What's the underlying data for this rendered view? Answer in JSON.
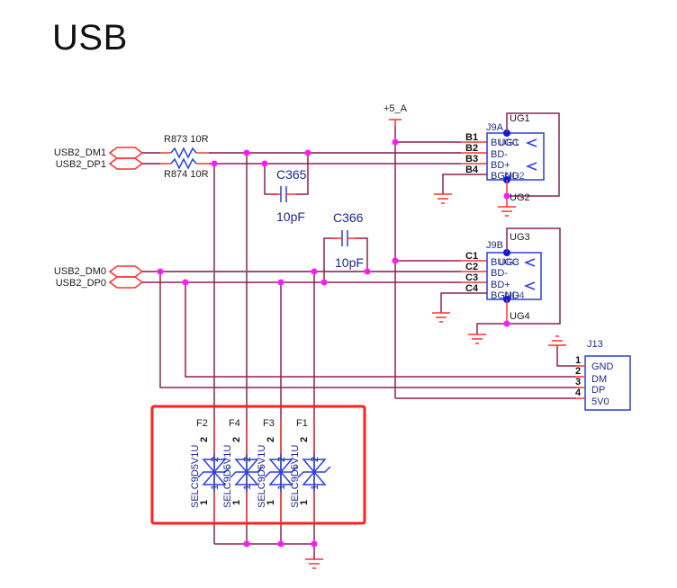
{
  "title": "USB",
  "power": {
    "label": "+5_A"
  },
  "nets": {
    "dm1": "USB2_DM1",
    "dp1": "USB2_DP1",
    "dm0": "USB2_DM0",
    "dp0": "USB2_DP0"
  },
  "resistors": [
    {
      "ref": "R873",
      "value": "10R",
      "label": "R873  10R"
    },
    {
      "ref": "R874",
      "value": "10R",
      "label": "R874  10R"
    }
  ],
  "capacitors": [
    {
      "ref": "C365",
      "value": "10pF"
    },
    {
      "ref": "C366",
      "value": "10pF"
    }
  ],
  "connectors": {
    "j9a": {
      "ref": "J9A",
      "pins": [
        "B1",
        "B2",
        "B3",
        "B4"
      ],
      "pin_names": [
        "BUGC",
        "BD-",
        "BD+",
        "BGND"
      ],
      "overlap_names": [
        "UG1",
        "UG2"
      ],
      "shield_top": "UG1",
      "shield_bottom": "UG2"
    },
    "j9b": {
      "ref": "J9B",
      "pins": [
        "C1",
        "C2",
        "C3",
        "C4"
      ],
      "pin_names": [
        "BUGC",
        "BD-",
        "BD+",
        "BGND"
      ],
      "overlap_names": [
        "UG3",
        "UG4"
      ],
      "shield_top": "UG3",
      "shield_bottom": "UG4"
    },
    "j13": {
      "ref": "J13",
      "pins": [
        "1",
        "2",
        "3",
        "4"
      ],
      "pin_names": [
        "GND",
        "DM",
        "DP",
        "5V0"
      ]
    }
  },
  "tvs": [
    {
      "ref": "F2",
      "part": "SELC9D5V1U",
      "pin_top": "2",
      "pin_bottom": "1"
    },
    {
      "ref": "F4",
      "part": "SELC9D5V1U",
      "pin_top": "2",
      "pin_bottom": "1"
    },
    {
      "ref": "F3",
      "part": "SELC9D5V1U",
      "pin_top": "2",
      "pin_bottom": "1"
    },
    {
      "ref": "F1",
      "part": "SELC9D5V1U",
      "pin_top": "2",
      "pin_bottom": "1"
    }
  ],
  "highlight_color": "#ff2020"
}
